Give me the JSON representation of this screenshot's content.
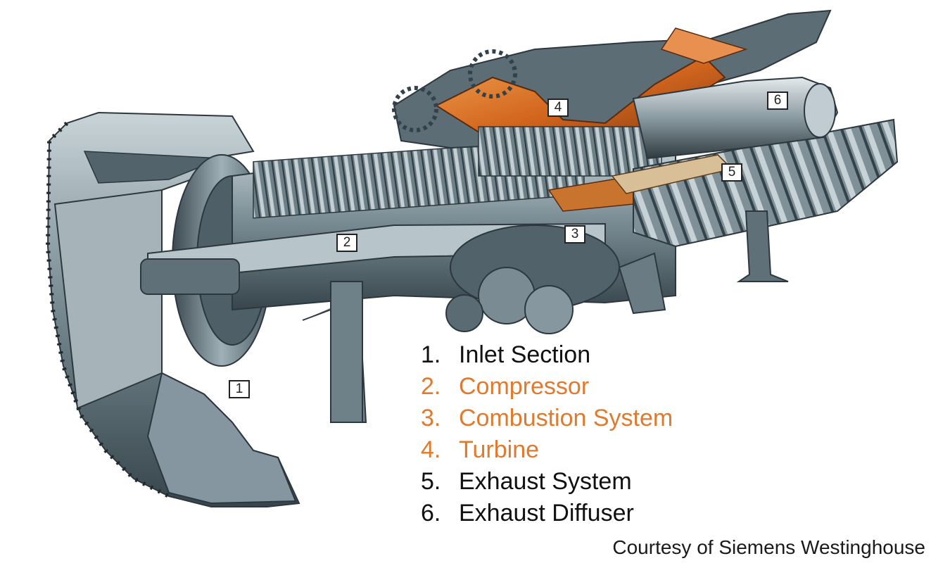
{
  "callouts": [
    "1",
    "2",
    "3",
    "4",
    "5",
    "6"
  ],
  "legend": [
    {
      "num": "1.",
      "label": "Inlet Section",
      "color": "#111111"
    },
    {
      "num": "2.",
      "label": "Compressor",
      "color": "#e07a2e"
    },
    {
      "num": "3.",
      "label": "Combustion System",
      "color": "#e07a2e"
    },
    {
      "num": "4.",
      "label": "Turbine",
      "color": "#e07a2e"
    },
    {
      "num": "5.",
      "label": "Exhaust System",
      "color": "#111111"
    },
    {
      "num": "6.",
      "label": "Exhaust Diffuser",
      "color": "#111111"
    }
  ],
  "credit": "Courtesy of Siemens Westinghouse",
  "colors": {
    "steel_dark": "#3e4d55",
    "steel_mid": "#6e8088",
    "steel_light": "#b4c2c8",
    "hot": "#d2661e"
  }
}
